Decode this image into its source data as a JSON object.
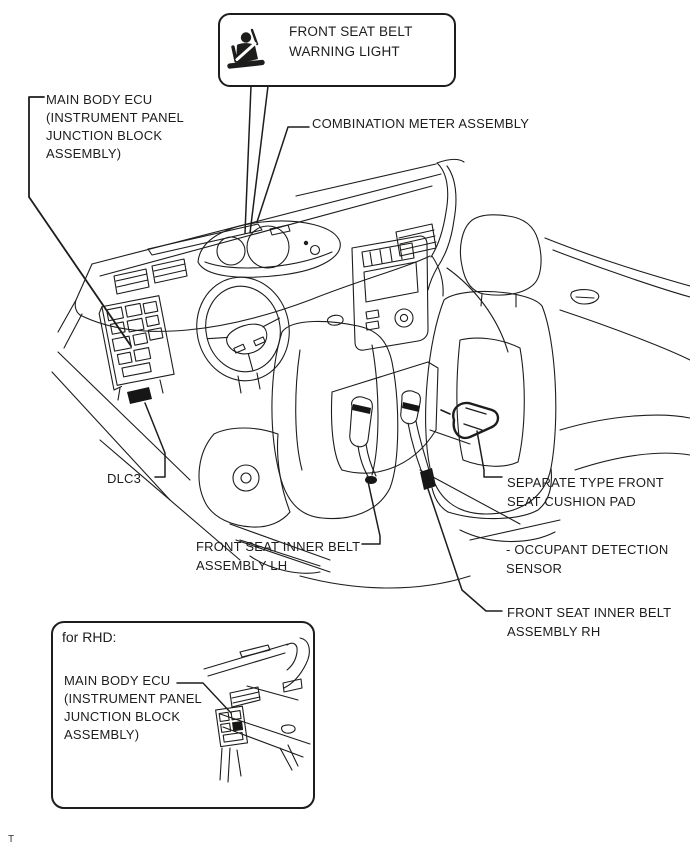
{
  "figure": {
    "type": "service-manual parts location diagram",
    "bg_color": "#ffffff",
    "line_color": "#1d1d1b",
    "corner_mark": "T",
    "warning_box": {
      "icon": "seat-belt-warning-icon",
      "label": "FRONT SEAT BELT\nWARNING LIGHT"
    },
    "callouts": {
      "main_body_ecu": "MAIN BODY ECU\n(INSTRUMENT PANEL\nJUNCTION BLOCK\nASSEMBLY)",
      "combination_meter": "COMBINATION METER ASSEMBLY",
      "dlc3": "DLC3",
      "cushion_pad": "SEPARATE TYPE FRONT\nSEAT CUSHION PAD",
      "occupant_sensor": "- OCCUPANT DETECTION\nSENSOR",
      "inner_belt_lh": "FRONT SEAT INNER BELT\nASSEMBLY LH",
      "inner_belt_rh": "FRONT SEAT INNER BELT\nASSEMBLY RH"
    },
    "rhd_box": {
      "title": "for RHD:",
      "main_body_ecu": "MAIN BODY ECU\n(INSTRUMENT PANEL\nJUNCTION BLOCK\nASSEMBLY)"
    }
  }
}
